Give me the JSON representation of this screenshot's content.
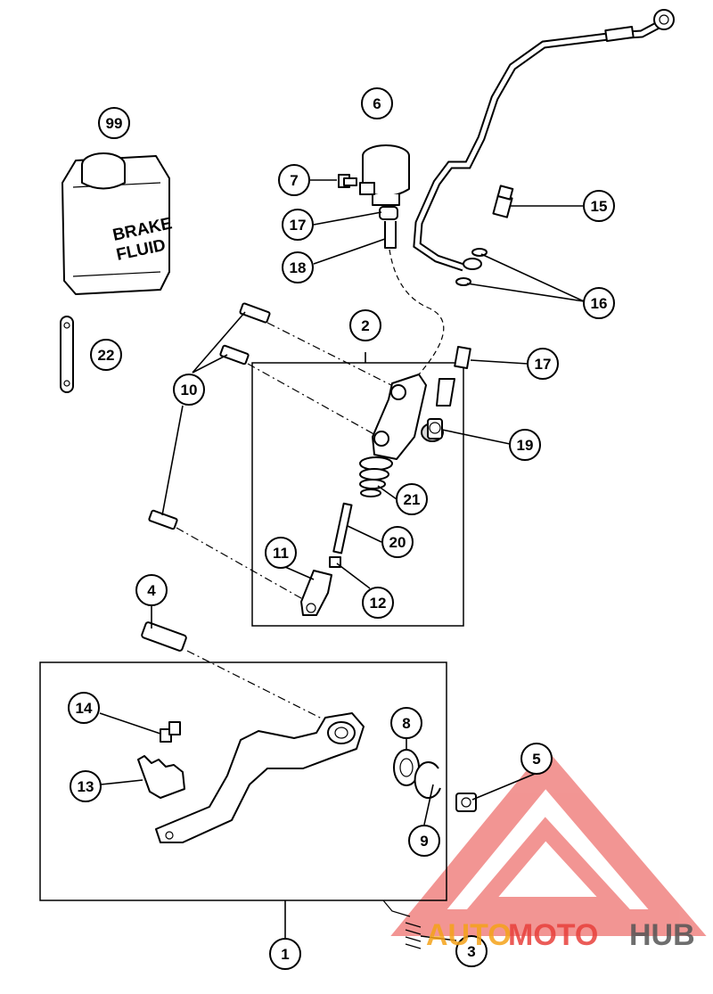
{
  "bottle": {
    "label_line1": "BRAKE",
    "label_line2": "FLUID"
  },
  "callouts": [
    "1",
    "2",
    "3",
    "4",
    "5",
    "6",
    "7",
    "8",
    "9",
    "10",
    "11",
    "12",
    "13",
    "14",
    "15",
    "16",
    "17",
    "18",
    "19",
    "20",
    "21",
    "22",
    "99"
  ],
  "watermark": {
    "part1": "AUTO",
    "part2": "MOTO",
    "part3": "HUB",
    "color_red": "#e8403c",
    "color_orange": "#f5a31a",
    "color_grey": "#555555"
  }
}
